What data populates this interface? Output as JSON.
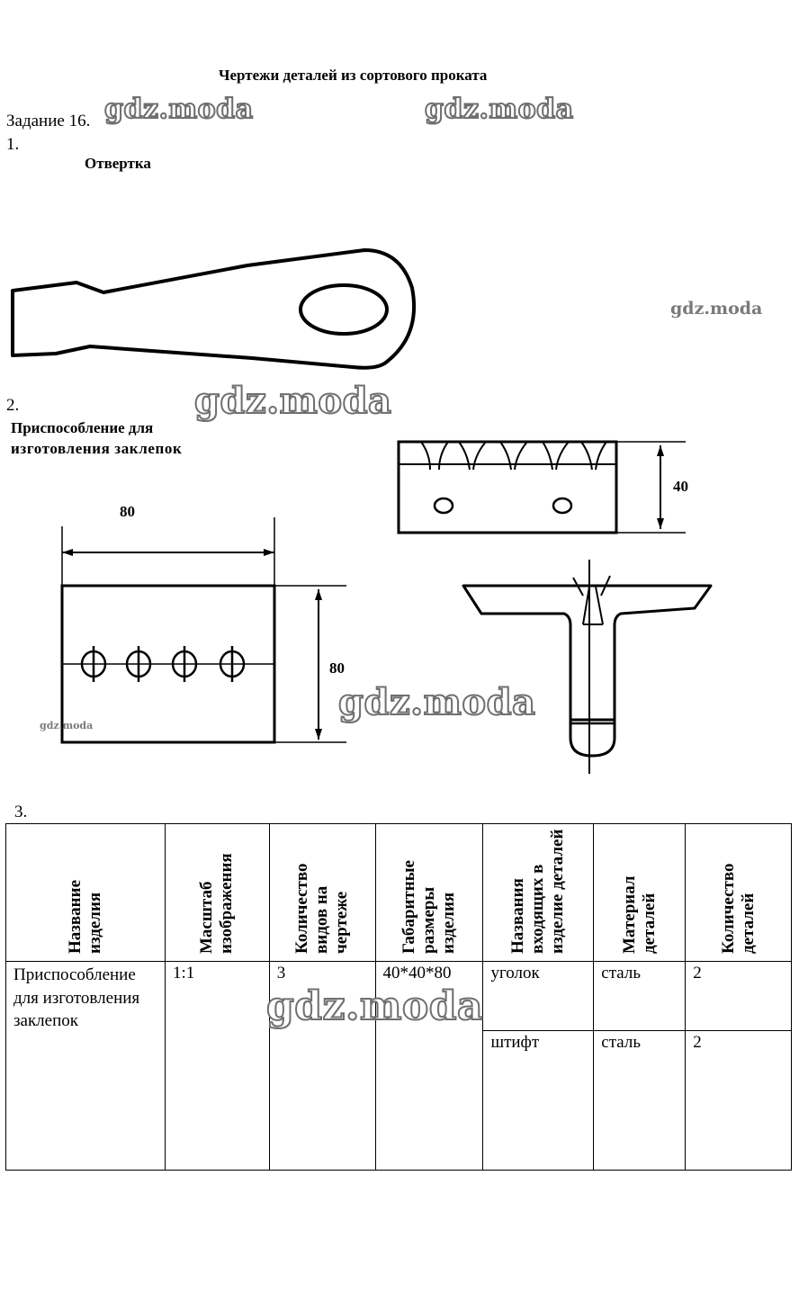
{
  "title": "Чертежи деталей из сортового проката",
  "task_label": "Задание 16.",
  "watermark": "gdz.moda",
  "item1": {
    "number": "1.",
    "label": "Отвертка"
  },
  "item2": {
    "number": "2.",
    "label_line1": "Приспособление для",
    "label_line2": "изготовления заклепок",
    "dim_width": "80",
    "dim_height_front": "80",
    "dim_height_top": "40"
  },
  "item3": {
    "number": "3."
  },
  "table": {
    "headers": [
      "Название изделия",
      "Масштаб изображения",
      "Количество видов на чертеже",
      "Габаритные размеры изделия",
      "Названия входящих в изделие деталей",
      "Материал деталей",
      "Количество деталей"
    ],
    "product_name": "Приспособление для изготовления заклепок",
    "scale": "1:1",
    "views": "3",
    "dimensions": "40*40*80",
    "parts": [
      {
        "name": "уголок",
        "material": "сталь",
        "count": "2"
      },
      {
        "name": "штифт",
        "material": "сталь",
        "count": "2"
      }
    ]
  }
}
